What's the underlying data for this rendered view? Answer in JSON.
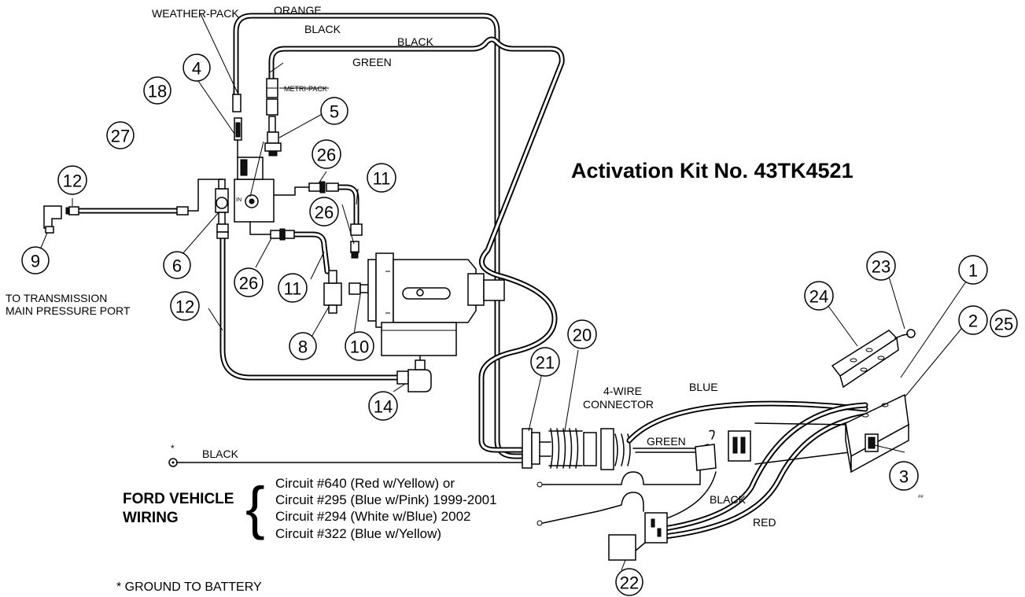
{
  "title": "Activation Kit No. 43TK4521",
  "wire_labels": {
    "weather_pack": "WEATHER-PACK",
    "orange": "ORANGE",
    "black_upper": "BLACK",
    "black_upper2": "BLACK",
    "green_upper": "GREEN",
    "metri_pack": "METRI-PACK",
    "in_port": "IN",
    "blue": "BLUE",
    "four_wire_1": "4-WIRE",
    "four_wire_2": "CONNECTOR",
    "green_lower": "GREEN",
    "black_ground": "BLACK",
    "black_lower": "BLACK",
    "red": "RED",
    "asterisk": "*",
    "hash": "##"
  },
  "notes": {
    "transmission_1": "TO TRANSMISSION",
    "transmission_2": "MAIN PRESSURE PORT",
    "ground": "* GROUND TO BATTERY"
  },
  "ford_wiring": {
    "heading_1": "FORD VEHICLE",
    "heading_2": "WIRING",
    "circuits": [
      "Circuit #640 (Red w/Yellow) or",
      "Circuit #295 (Blue w/Pink) 1999-2001",
      "Circuit #294 (White w/Blue) 2002",
      "Circuit #322 (Blue w/Yellow)"
    ]
  },
  "callouts": [
    {
      "id": "c1",
      "label": "1"
    },
    {
      "id": "c2",
      "label": "2"
    },
    {
      "id": "c3",
      "label": "3"
    },
    {
      "id": "c4",
      "label": "4"
    },
    {
      "id": "c5",
      "label": "5"
    },
    {
      "id": "c6",
      "label": "6"
    },
    {
      "id": "c8",
      "label": "8"
    },
    {
      "id": "c9",
      "label": "9"
    },
    {
      "id": "c10",
      "label": "10"
    },
    {
      "id": "c11a",
      "label": "11"
    },
    {
      "id": "c11b",
      "label": "11"
    },
    {
      "id": "c12a",
      "label": "12"
    },
    {
      "id": "c12b",
      "label": "12"
    },
    {
      "id": "c14",
      "label": "14"
    },
    {
      "id": "c18",
      "label": "18"
    },
    {
      "id": "c20",
      "label": "20"
    },
    {
      "id": "c21",
      "label": "21"
    },
    {
      "id": "c22",
      "label": "22"
    },
    {
      "id": "c23",
      "label": "23"
    },
    {
      "id": "c24",
      "label": "24"
    },
    {
      "id": "c25",
      "label": "25"
    },
    {
      "id": "c26a",
      "label": "26"
    },
    {
      "id": "c26b",
      "label": "26"
    },
    {
      "id": "c26c",
      "label": "26"
    },
    {
      "id": "c27",
      "label": "27"
    }
  ]
}
